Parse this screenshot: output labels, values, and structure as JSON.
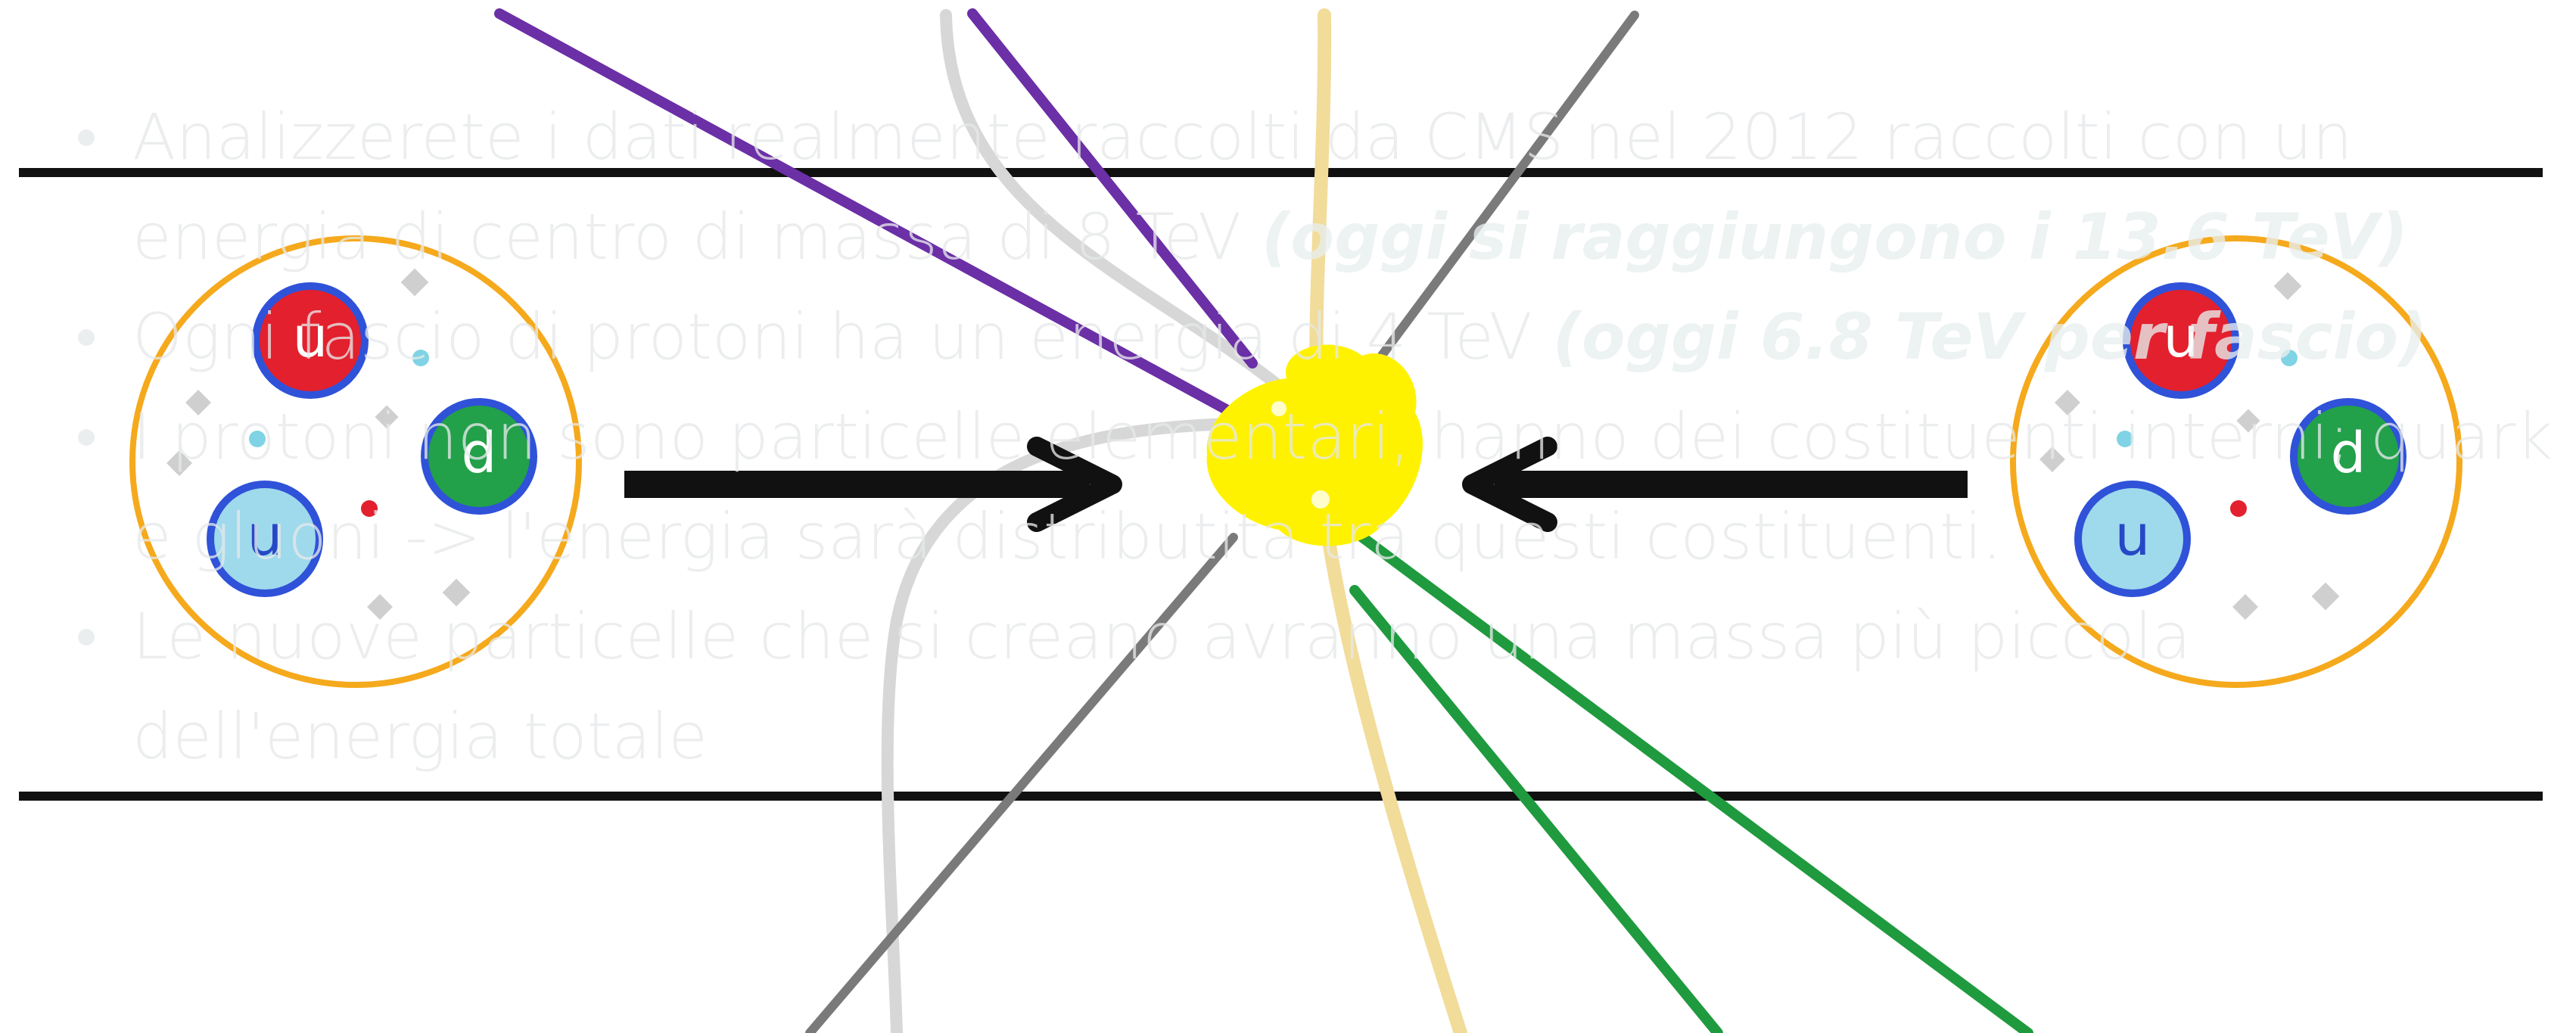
{
  "bullets": [
    {
      "text": "Analizzerete i dati realmente raccolti da CMS nel 2012 raccolti con un energia di centro di massa di 8 TeV ",
      "emphasis": "(oggi si raggiungono i 13.6 TeV)"
    },
    {
      "text": "Ogni fascio di protoni ha un energia di 4 TeV ",
      "emphasis": "(oggi 6.8 TeV per fascio)"
    },
    {
      "text": "I protoni non sono particelle elementari, hanno dei costituenti interni; quark e gluoni -> l'energia sarà distributita tra questi costituenti.",
      "emphasis": ""
    },
    {
      "text": "Le nuove particelle che si creano avranno una massa più piccola dell'energia totale",
      "emphasis": ""
    }
  ],
  "protons": {
    "left": {
      "quarks": [
        {
          "label": "u",
          "color": "#e3202d"
        },
        {
          "label": "d",
          "color": "#22a04a"
        },
        {
          "label": "u",
          "color": "#9fd9ec"
        }
      ]
    },
    "right": {
      "quarks": [
        {
          "label": "u",
          "color": "#e3202d"
        },
        {
          "label": "d",
          "color": "#22a04a"
        },
        {
          "label": "u",
          "color": "#9fd9ec"
        }
      ]
    }
  },
  "colors": {
    "proton_outline": "#f5a91c",
    "quark_outline": "#2f52d8",
    "collision": "#fff200",
    "beam_pipe": "#111111",
    "arrow": "#111111",
    "track_purple": "#6b2fa6",
    "track_gray": "#7a7a7a",
    "track_light": "#d7d7d7",
    "track_tan": "#f2dc9a",
    "track_green": "#1f9a3e",
    "bullet_text": "#e6e9ea"
  },
  "icons": {
    "beam_arrow": "arrow-right",
    "collision": "collision-burst"
  }
}
